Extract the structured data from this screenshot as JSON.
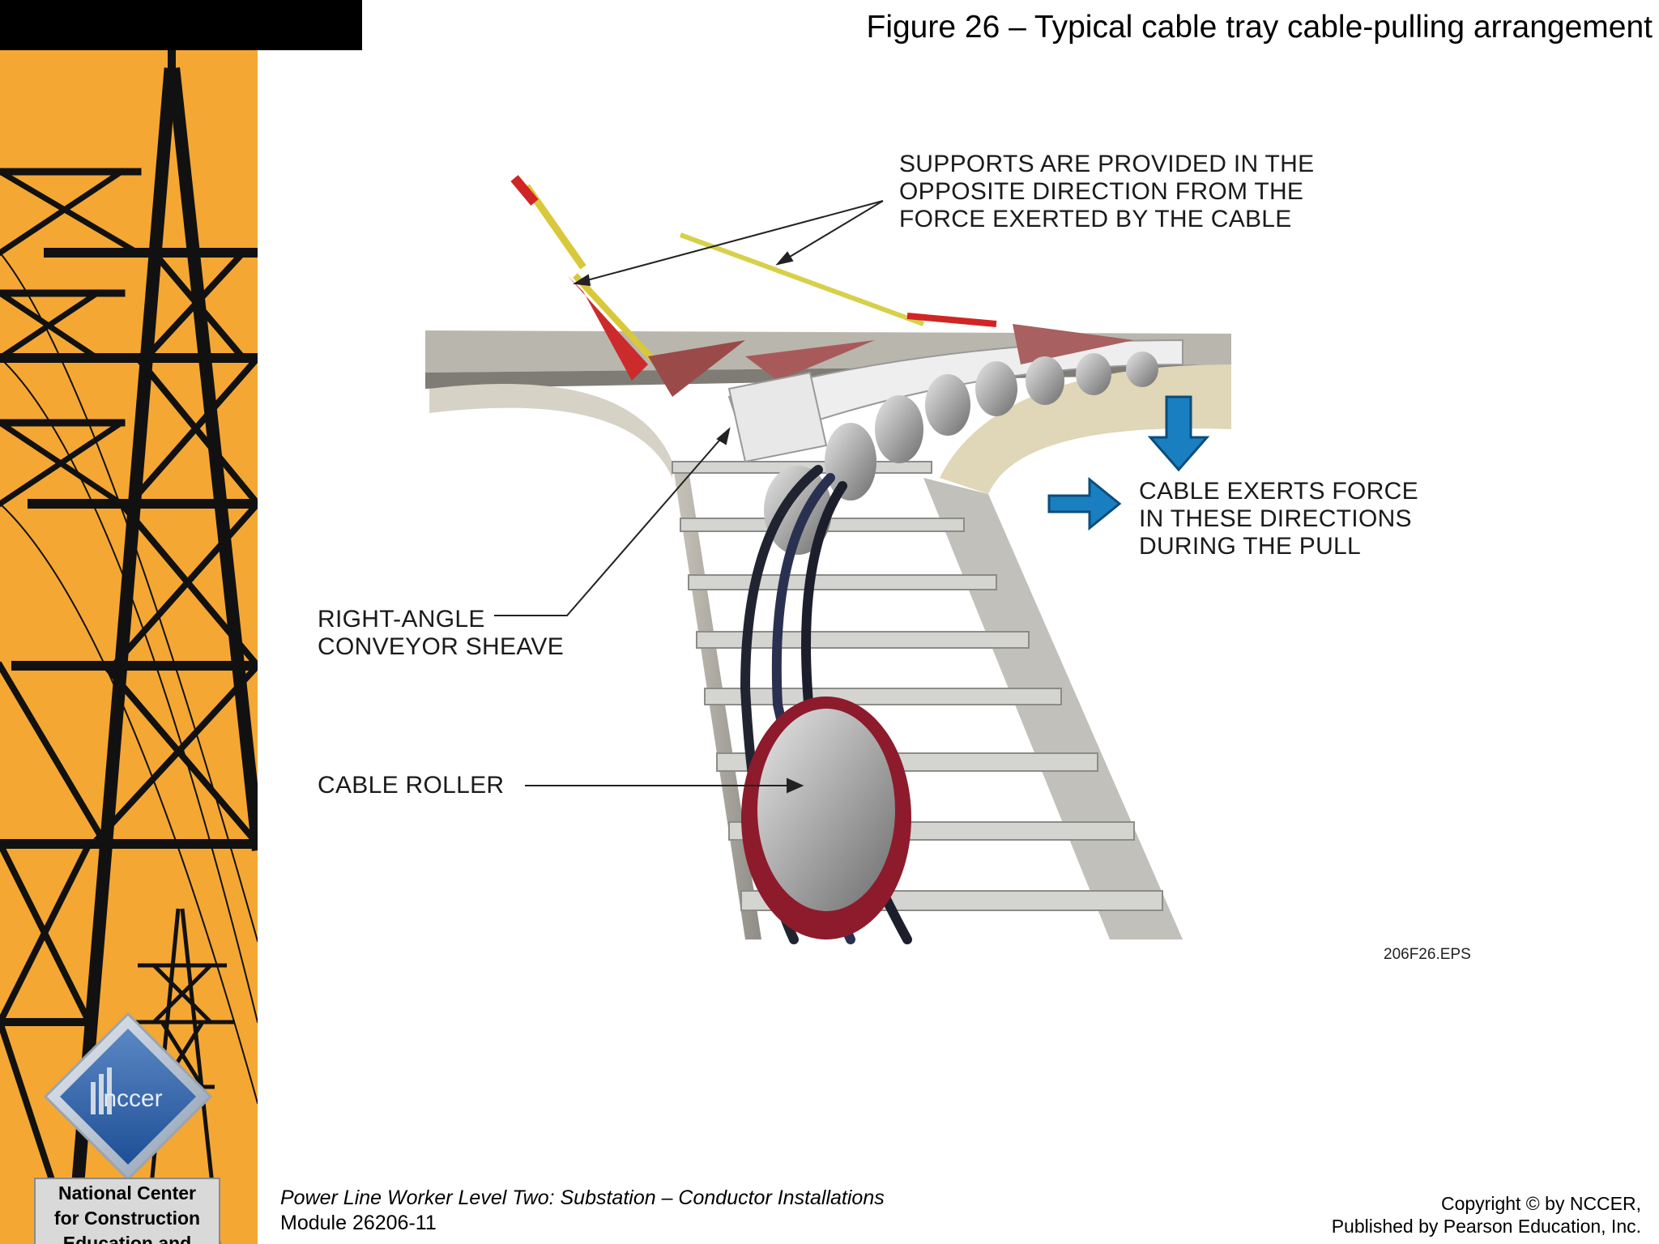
{
  "slide": {
    "title": "Figure 26 – Typical cable tray cable-pulling arrangement"
  },
  "figure": {
    "labels": {
      "supports": "SUPPORTS ARE PROVIDED IN THE\nOPPOSITE DIRECTION FROM THE\nFORCE EXERTED BY THE CABLE",
      "force": "CABLE EXERTS FORCE\nIN THESE DIRECTIONS\nDURING THE PULL",
      "sheave": "RIGHT-ANGLE\nCONVEYOR SHEAVE",
      "roller": "CABLE ROLLER"
    },
    "file_ref": "206F26.EPS",
    "arrow_color": "#1a7fc0"
  },
  "sidebar": {
    "logo_text": "nccer",
    "org_name": "National Center\nfor Construction\nEducation and\nResearch"
  },
  "footer": {
    "course": "Power Line Worker Level Two: Substation – Conductor Installations",
    "module": "Module 26206-11",
    "copyright": "Copyright © by NCCER,",
    "publisher": "Published by Pearson Education, Inc."
  },
  "colors": {
    "sidebar_bg": "#f5a733",
    "top_bar": "#000000"
  }
}
